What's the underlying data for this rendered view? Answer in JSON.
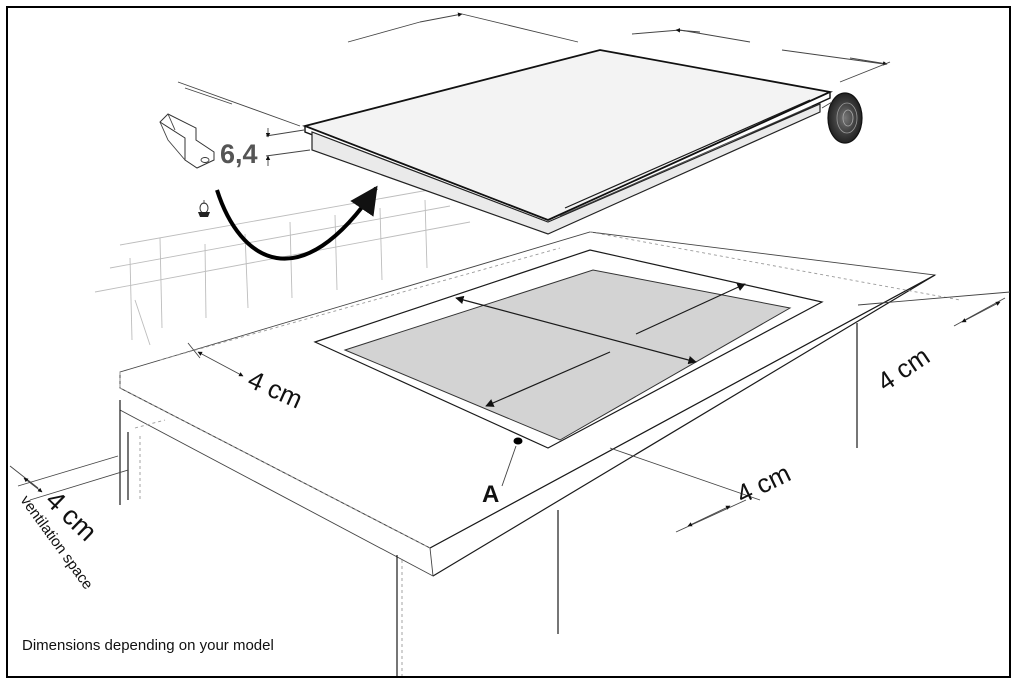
{
  "labels": {
    "top_gap": "6,4",
    "side_clearance": "4 cm",
    "front_clearance": "4 cm",
    "right_clearance": "4 cm",
    "ventilation_gap": "4 cm",
    "ventilation_text": "ventilation space",
    "point_a": "A",
    "footnote": "Dimensions depending on your model"
  }
}
